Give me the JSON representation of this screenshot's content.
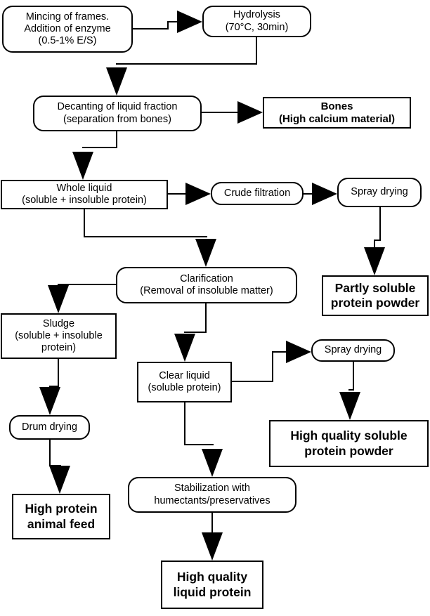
{
  "diagram": {
    "kind": "flowchart",
    "background_color": "#ffffff",
    "line_color": "#000000",
    "box_fill_color": "#ffffff",
    "nodes": {
      "mincing": {
        "label": "Mincing of frames.\nAddition of enzyme\n(0.5-1% E/S)",
        "shape": "rounded"
      },
      "hydrolysis": {
        "label": "Hydrolysis\n(70°C, 30min)",
        "shape": "rounded"
      },
      "decanting": {
        "label": "Decanting of liquid fraction\n(separation from bones)",
        "shape": "rounded"
      },
      "bones": {
        "label": "Bones\n(High calcium material)",
        "shape": "rect-bold"
      },
      "whole_liquid": {
        "label": "Whole liquid\n(soluble + insoluble protein)",
        "shape": "rect"
      },
      "crude_filtration": {
        "label": "Crude filtration",
        "shape": "rounded"
      },
      "spray_drying_1": {
        "label": "Spray drying",
        "shape": "rounded"
      },
      "partly_soluble": {
        "label": "Partly soluble\nprotein powder",
        "shape": "rect-bold"
      },
      "clarification": {
        "label": "Clarification\n(Removal of insoluble matter)",
        "shape": "rounded"
      },
      "sludge": {
        "label": "Sludge\n(soluble + insoluble\nprotein)",
        "shape": "rect"
      },
      "clear_liquid": {
        "label": "Clear liquid\n(soluble protein)",
        "shape": "rect"
      },
      "spray_drying_2": {
        "label": "Spray drying",
        "shape": "rounded"
      },
      "hq_soluble_powder": {
        "label": "High quality soluble\nprotein powder",
        "shape": "rect-bold"
      },
      "drum_drying": {
        "label": "Drum drying",
        "shape": "rounded"
      },
      "animal_feed": {
        "label": "High protein\nanimal feed",
        "shape": "rect-bold"
      },
      "stabilization": {
        "label": "Stabilization with\nhumectants/preservatives",
        "shape": "rounded"
      },
      "hq_liquid_protein": {
        "label": "High quality\nliquid protein",
        "shape": "rect-bold"
      }
    },
    "edges": [
      {
        "from": "mincing",
        "to": "hydrolysis"
      },
      {
        "from": "hydrolysis",
        "to": "decanting"
      },
      {
        "from": "decanting",
        "to": "bones"
      },
      {
        "from": "decanting",
        "to": "whole_liquid"
      },
      {
        "from": "whole_liquid",
        "to": "crude_filtration"
      },
      {
        "from": "crude_filtration",
        "to": "spray_drying_1"
      },
      {
        "from": "spray_drying_1",
        "to": "partly_soluble"
      },
      {
        "from": "whole_liquid",
        "to": "clarification"
      },
      {
        "from": "clarification",
        "to": "sludge"
      },
      {
        "from": "clarification",
        "to": "clear_liquid"
      },
      {
        "from": "clear_liquid",
        "to": "spray_drying_2"
      },
      {
        "from": "spray_drying_2",
        "to": "hq_soluble_powder"
      },
      {
        "from": "sludge",
        "to": "drum_drying"
      },
      {
        "from": "drum_drying",
        "to": "animal_feed"
      },
      {
        "from": "clear_liquid",
        "to": "stabilization"
      },
      {
        "from": "stabilization",
        "to": "hq_liquid_protein"
      }
    ]
  }
}
